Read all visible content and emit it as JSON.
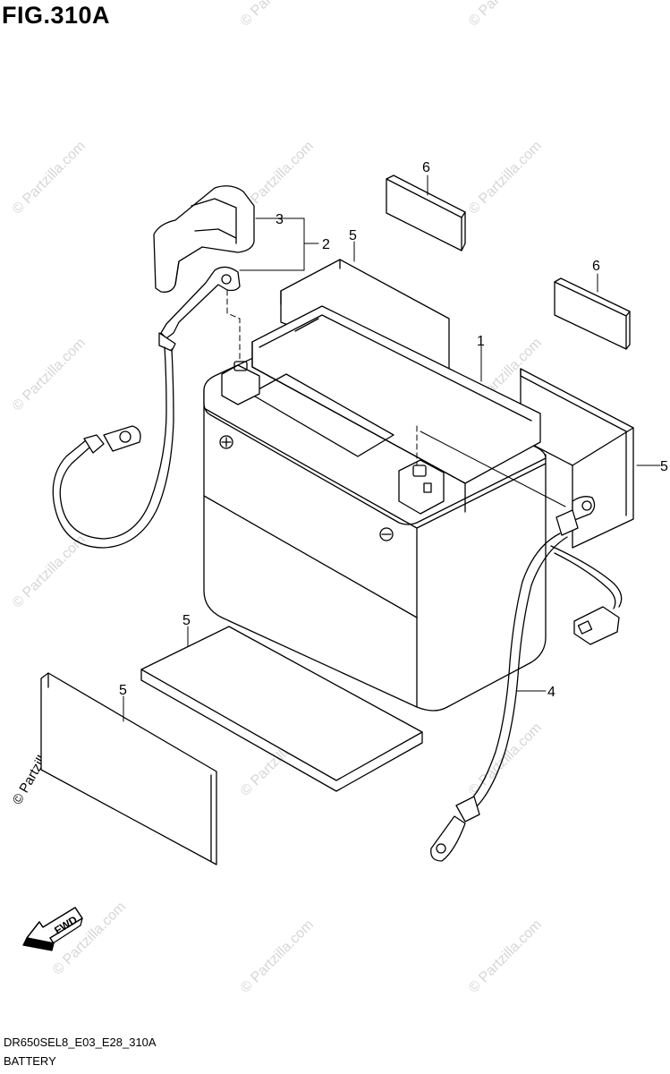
{
  "figure": {
    "title": "FIG.310A",
    "diagram_code": "DR650SEL8_E03_E28_310A",
    "diagram_name": "BATTERY"
  },
  "watermark": {
    "text": "© Partzilla.com"
  },
  "callouts": [
    {
      "id": "1",
      "label": "1"
    },
    {
      "id": "2",
      "label": "2"
    },
    {
      "id": "3",
      "label": "3"
    },
    {
      "id": "4",
      "label": "4"
    },
    {
      "id": "5a",
      "label": "5"
    },
    {
      "id": "5b",
      "label": "5"
    },
    {
      "id": "5c",
      "label": "5"
    },
    {
      "id": "5d",
      "label": "5"
    },
    {
      "id": "6a",
      "label": "6"
    },
    {
      "id": "6b",
      "label": "6"
    }
  ],
  "fwd_arrow": {
    "label": "FWD"
  },
  "colors": {
    "line": "#000000",
    "watermark": "#d6d6d6",
    "background": "#ffffff"
  }
}
